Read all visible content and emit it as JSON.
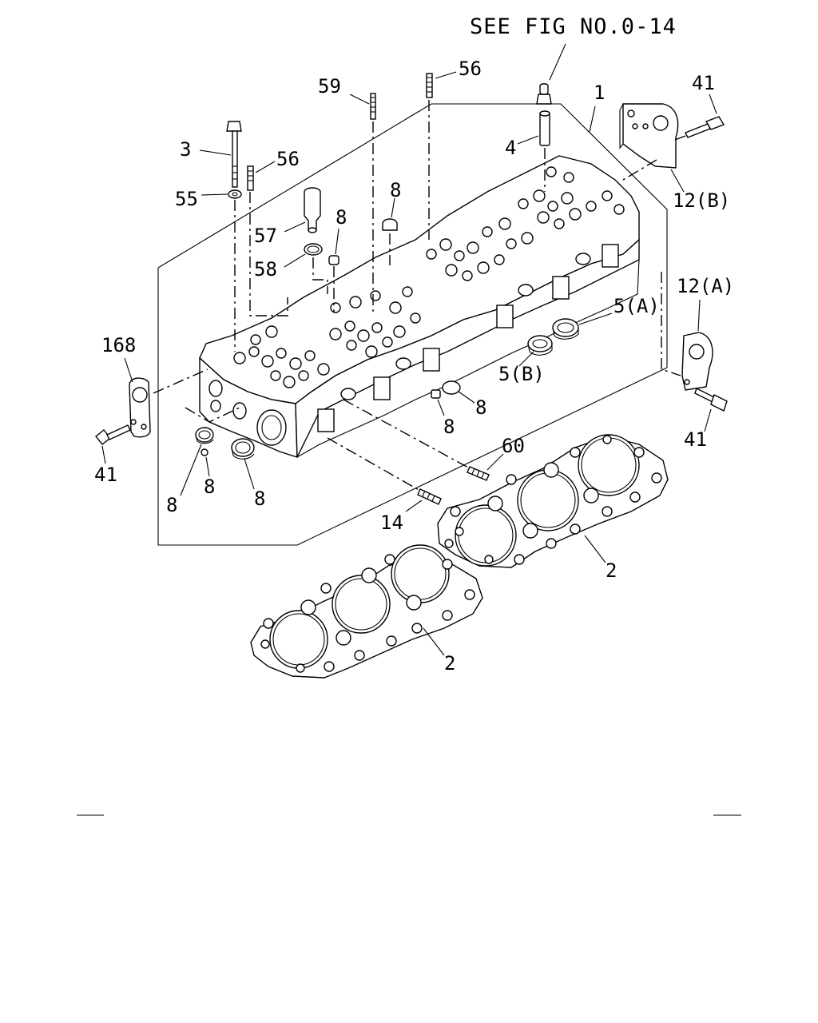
{
  "header": {
    "reference": "SEE FIG NO.0-14"
  },
  "callouts": {
    "c1": "1",
    "c2a": "2",
    "c2b": "2",
    "c3": "3",
    "c4": "4",
    "c5a": "5(A)",
    "c5b": "5(B)",
    "c8_a": "8",
    "c8_b": "8",
    "c8_c": "8",
    "c8_d": "8",
    "c8_e": "8",
    "c8_f": "8",
    "c8_g": "8",
    "c12a": "12(A)",
    "c12b": "12(B)",
    "c14": "14",
    "c41_a": "41",
    "c41_b": "41",
    "c41_c": "41",
    "c55": "55",
    "c56_a": "56",
    "c56_b": "56",
    "c57": "57",
    "c58": "58",
    "c59": "59",
    "c60": "60",
    "c168": "168"
  }
}
